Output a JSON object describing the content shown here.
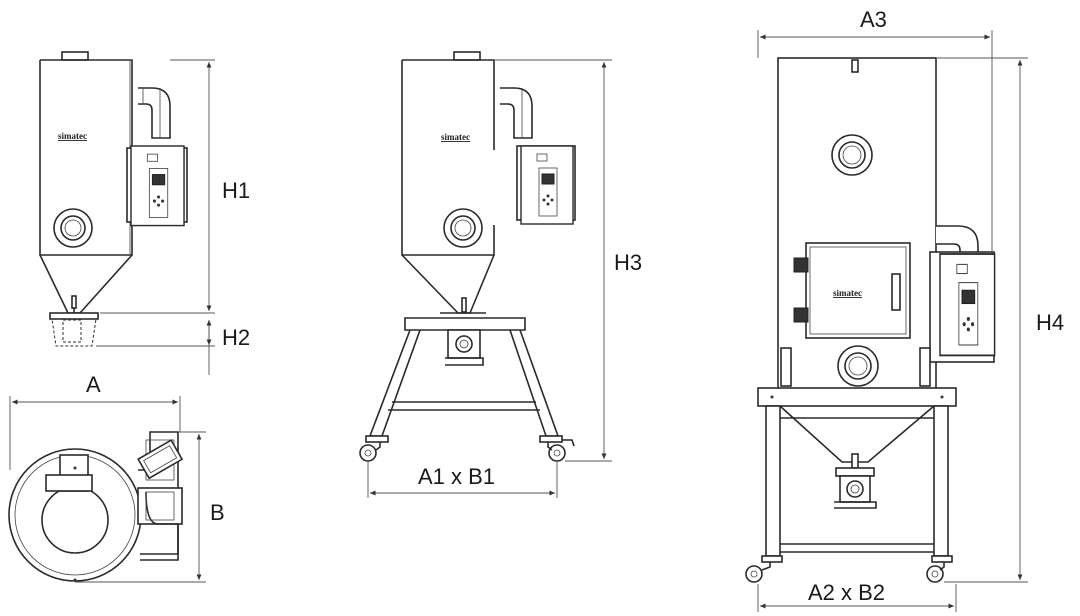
{
  "brand_logo_text": "simatec",
  "dimension_labels": {
    "A": "A",
    "B": "B",
    "H1": "H1",
    "H2": "H2",
    "H3": "H3",
    "H4": "H4",
    "A3": "A3",
    "A1B1": "A1 x B1",
    "A2B2": "A2 x B2"
  },
  "colors": {
    "line": "#2a2a2a",
    "background": "#ffffff"
  }
}
